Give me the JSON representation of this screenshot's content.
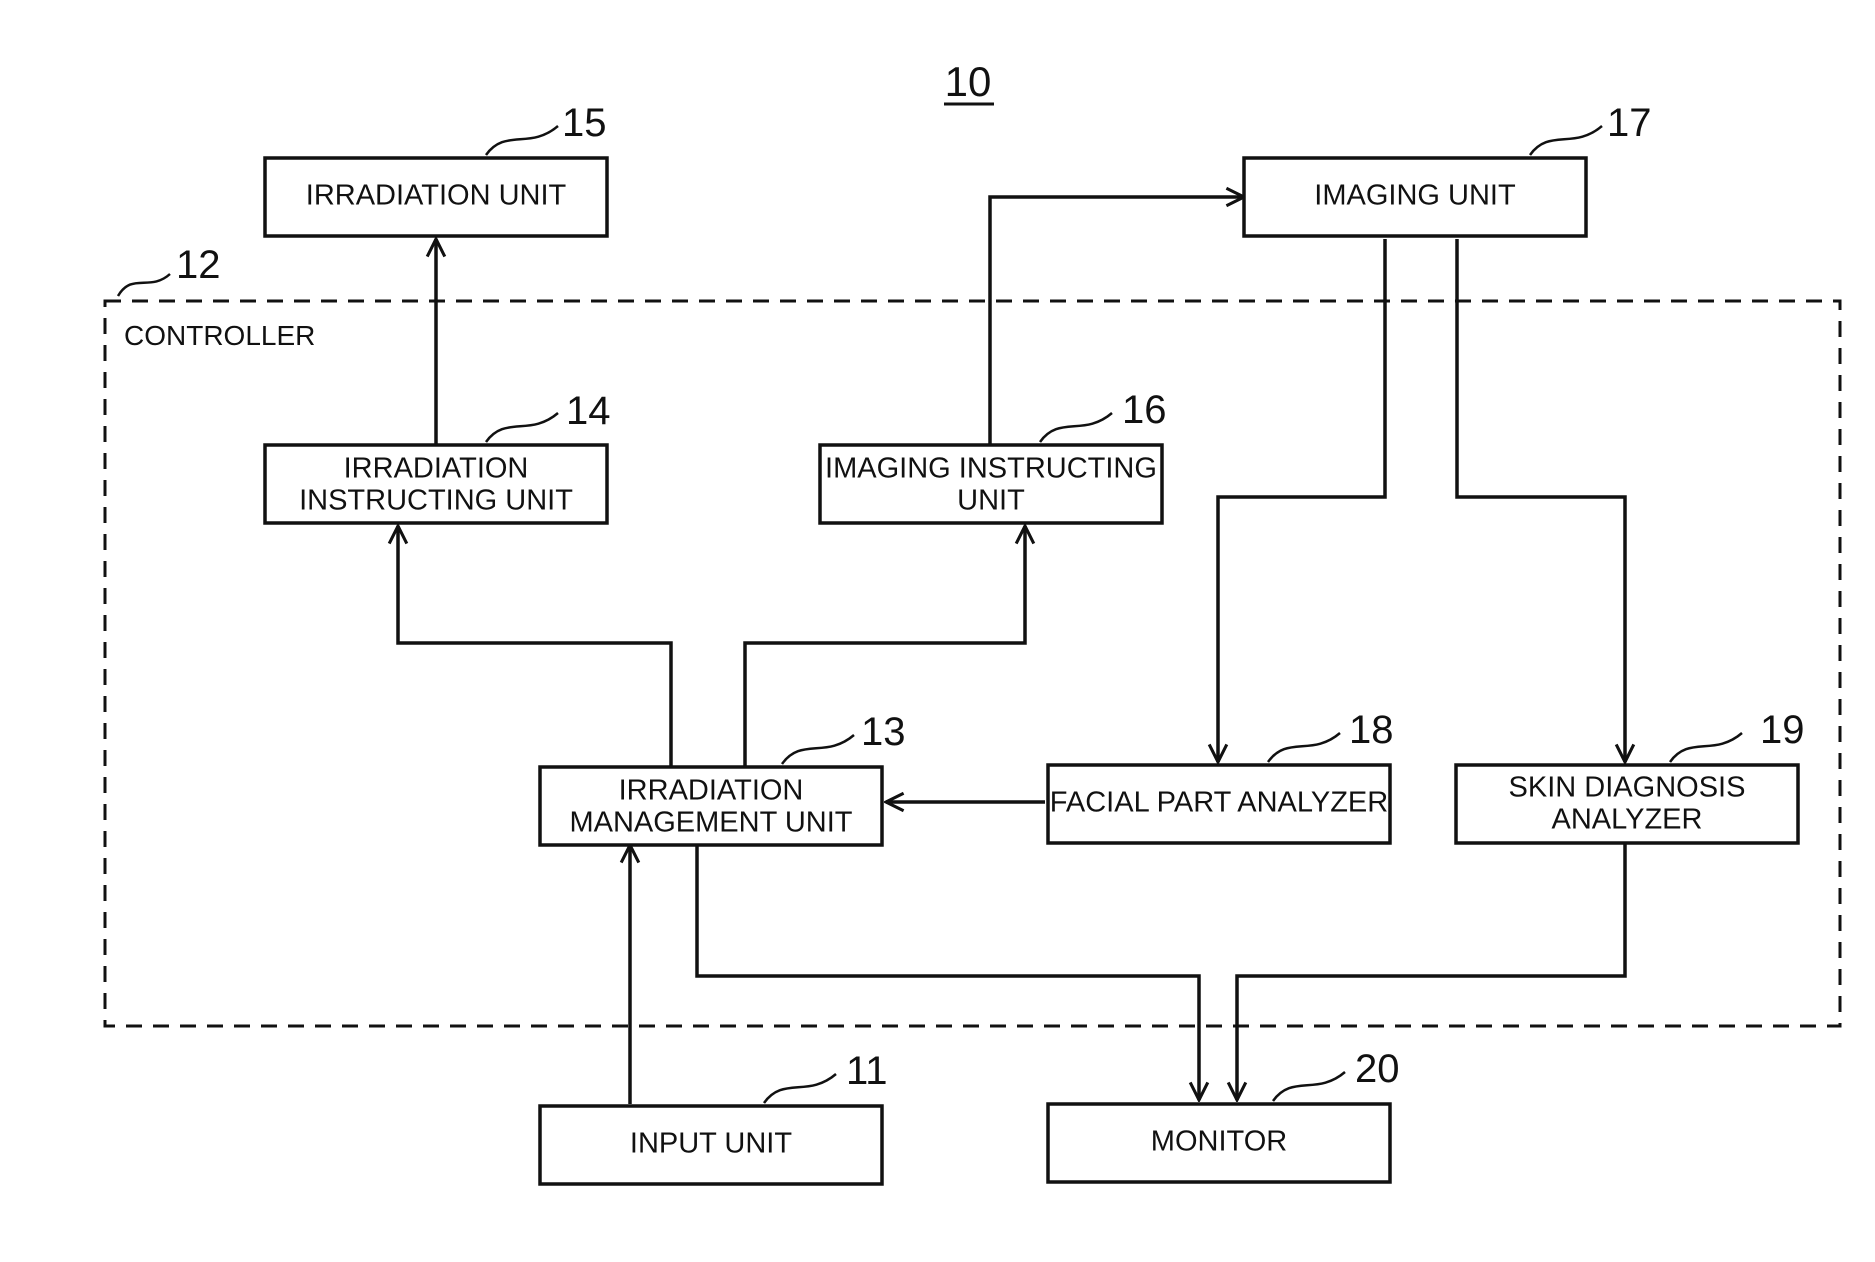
{
  "figure_number": "10",
  "controller": {
    "label": "CONTROLLER",
    "ref": "12"
  },
  "blocks": {
    "irradiation_unit": {
      "lines": [
        "IRRADIATION UNIT"
      ],
      "ref": "15"
    },
    "imaging_unit": {
      "lines": [
        "IMAGING UNIT"
      ],
      "ref": "17"
    },
    "irradiation_instructing_unit": {
      "lines": [
        "IRRADIATION",
        "INSTRUCTING UNIT"
      ],
      "ref": "14"
    },
    "imaging_instructing_unit": {
      "lines": [
        "IMAGING INSTRUCTING",
        "UNIT"
      ],
      "ref": "16"
    },
    "irradiation_management_unit": {
      "lines": [
        "IRRADIATION",
        "MANAGEMENT UNIT"
      ],
      "ref": "13"
    },
    "facial_part_analyzer": {
      "lines": [
        "FACIAL PART ANALYZER"
      ],
      "ref": "18"
    },
    "skin_diagnosis_analyzer": {
      "lines": [
        "SKIN DIAGNOSIS",
        "ANALYZER"
      ],
      "ref": "19"
    },
    "input_unit": {
      "lines": [
        "INPUT UNIT"
      ],
      "ref": "11"
    },
    "monitor": {
      "lines": [
        "MONITOR"
      ],
      "ref": "20"
    }
  },
  "connections": [
    {
      "from": "irradiation_instructing_unit",
      "to": "irradiation_unit"
    },
    {
      "from": "imaging_instructing_unit",
      "to": "imaging_unit"
    },
    {
      "from": "irradiation_management_unit",
      "to": "irradiation_instructing_unit"
    },
    {
      "from": "irradiation_management_unit",
      "to": "imaging_instructing_unit"
    },
    {
      "from": "imaging_unit",
      "to": "facial_part_analyzer"
    },
    {
      "from": "imaging_unit",
      "to": "skin_diagnosis_analyzer"
    },
    {
      "from": "facial_part_analyzer",
      "to": "irradiation_management_unit"
    },
    {
      "from": "input_unit",
      "to": "irradiation_management_unit"
    },
    {
      "from": "irradiation_management_unit",
      "to": "monitor"
    },
    {
      "from": "skin_diagnosis_analyzer",
      "to": "monitor"
    }
  ]
}
